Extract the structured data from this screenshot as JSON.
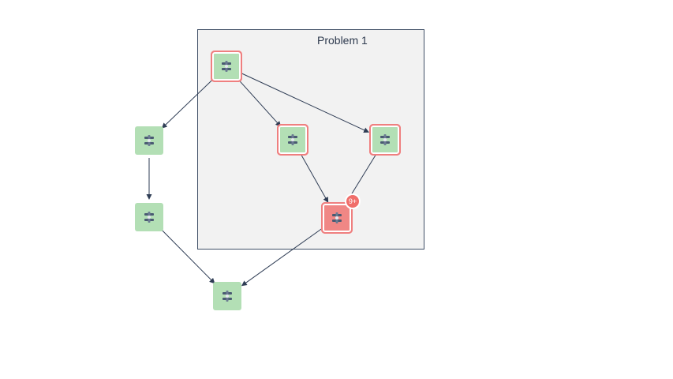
{
  "group": {
    "title": "Problem 1"
  },
  "nodes": [
    {
      "id": "n1",
      "icon": "service-icon",
      "problem": true
    },
    {
      "id": "n2",
      "icon": "service-icon",
      "problem": false
    },
    {
      "id": "n3",
      "icon": "service-icon",
      "problem": true
    },
    {
      "id": "n4",
      "icon": "service-icon",
      "problem": true
    },
    {
      "id": "n5",
      "icon": "service-icon",
      "problem": false
    },
    {
      "id": "n6",
      "icon": "service-icon",
      "problem": true,
      "critical": true,
      "badge": "9+"
    },
    {
      "id": "n7",
      "icon": "service-icon",
      "problem": false
    }
  ],
  "edges": [
    [
      "n1",
      "n2"
    ],
    [
      "n1",
      "n3"
    ],
    [
      "n1",
      "n4"
    ],
    [
      "n2",
      "n5"
    ],
    [
      "n3",
      "n6"
    ],
    [
      "n4",
      "n6"
    ],
    [
      "n5",
      "n7"
    ],
    [
      "n6",
      "n7"
    ]
  ],
  "colors": {
    "healthy": "#b3dfb5",
    "problem_border": "#ef7f7f",
    "critical": "#f08785",
    "badge": "#f06e6a",
    "edge": "#2f3d55"
  }
}
